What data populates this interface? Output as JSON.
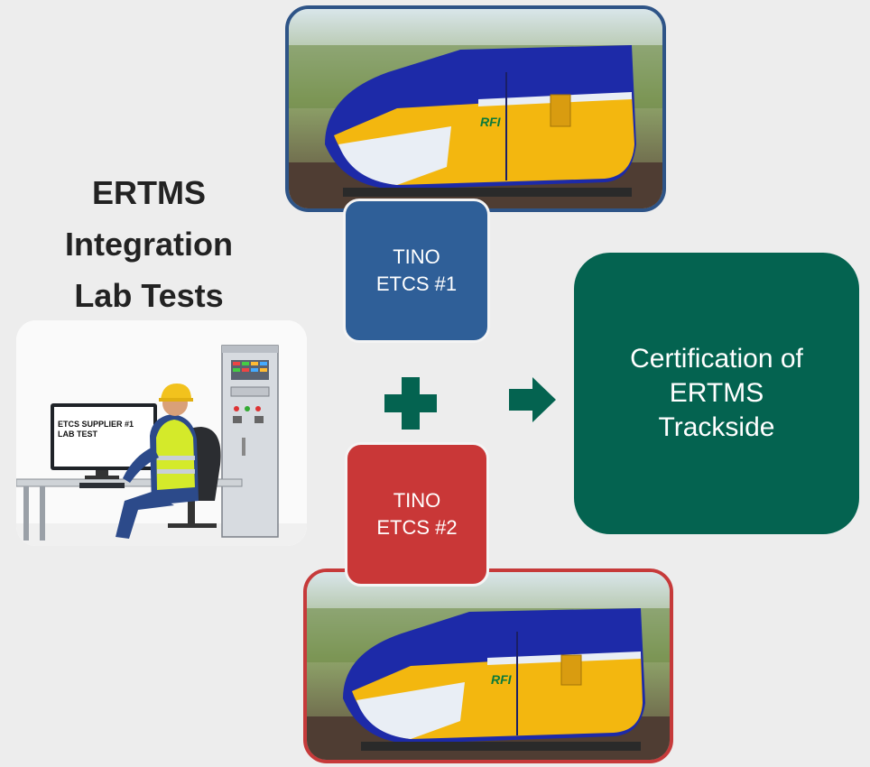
{
  "title": {
    "line1": "ERTMS",
    "line2": "Integration",
    "line3": "Lab Tests"
  },
  "lab_screen": {
    "line1": "ETCS SUPPLIER #1",
    "line2": "LAB TEST"
  },
  "tino_1": {
    "line1": "TINO",
    "line2": "ETCS #1"
  },
  "tino_2": {
    "line1": "TINO",
    "line2": "ETCS #2"
  },
  "certification": {
    "line1": "Certification of",
    "line2": "ERTMS",
    "line3": "Trackside"
  },
  "train_logo": "RFI",
  "colors": {
    "blue": "#2f5f98",
    "red": "#c93737",
    "green": "#046350",
    "background": "#ededed"
  }
}
